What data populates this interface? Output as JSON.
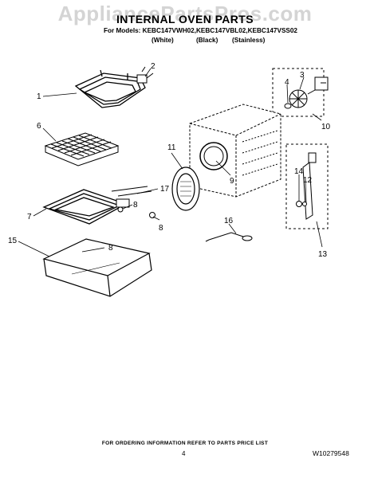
{
  "watermark": "AppliancePartsPros.com",
  "title": "INTERNAL OVEN PARTS",
  "models_line": "For Models: KEBC147VWH02,KEBC147VBL02,KEBC147VSS02",
  "finishes": [
    "(White)",
    "(Black)",
    "(Stainless)"
  ],
  "callouts": [
    "1",
    "2",
    "3",
    "4",
    "6",
    "7",
    "8",
    "8",
    "9",
    "10",
    "11",
    "12",
    "13",
    "14",
    "15",
    "16",
    "17"
  ],
  "footer_note": "FOR ORDERING INFORMATION REFER TO PARTS PRICE LIST",
  "page_number": "4",
  "document_number": "W10279548"
}
